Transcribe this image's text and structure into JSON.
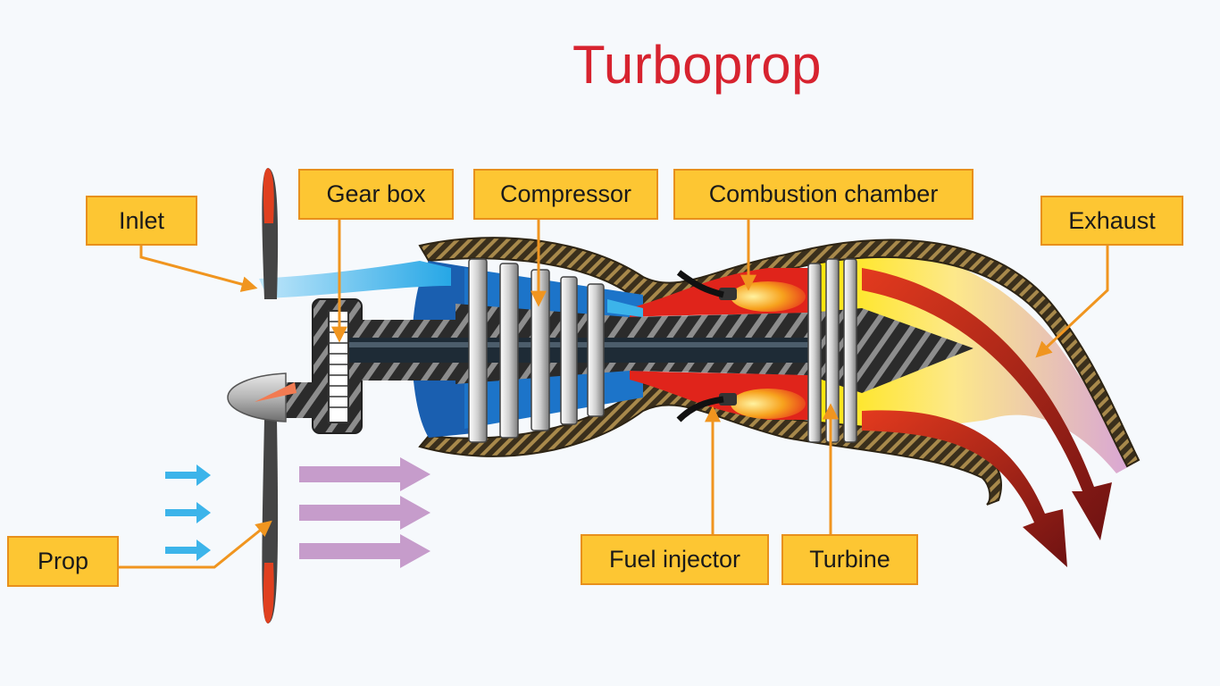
{
  "title": "Turboprop",
  "labels": {
    "inlet": "Inlet",
    "gear_box": "Gear box",
    "compressor": "Compressor",
    "combustion_chamber": "Combustion chamber",
    "exhaust": "Exhaust",
    "prop": "Prop",
    "fuel_injector": "Fuel injector",
    "turbine": "Turbine"
  },
  "colors": {
    "title": "#d7232f",
    "label_fill": "#fdc633",
    "label_border": "#e8901c",
    "leader_line": "#f0951f",
    "inlet_air": "#3cb4ea",
    "prop_air": "#c69ccb",
    "casing": "#8b7440",
    "combustion": "#e0241b",
    "exhaust_hot": "#ffe600",
    "exhaust_arrow": "#a01818",
    "engine_core": "#2a2a2a",
    "intake_duct": "#1a5fb0"
  }
}
